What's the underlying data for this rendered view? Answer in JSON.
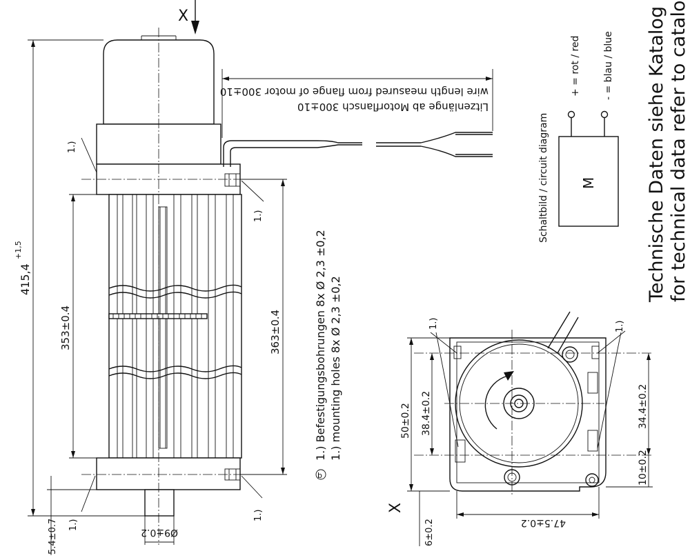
{
  "section_marker": "X",
  "overall_length": "415,4",
  "overall_length_tol": "+1,5",
  "body_length": "353±0.4",
  "hole_spacing": "363±0.4",
  "flange_offset": "5.4±0.7",
  "front_offset": "6±0.2",
  "shaft_diameter": "Ø9±0.2",
  "wire_note_de": "Litzenlänge ab Motorflansch 300±10",
  "wire_note_en": "wire length measured from flange of motor 300±10",
  "ref_mark": "1.)",
  "hole_note_symbol": "b",
  "hole_note_de": "1.) Befestigungsbohrungen 8x Ø 2,3 ±0,2",
  "hole_note_en": "1.) mounting holes 8x Ø 2,3 ±0,2",
  "dim_50": "50±0.2",
  "dim_38_4": "38.4±0.2",
  "dim_34_4": "34.4±0.2",
  "dim_10": "10±0.2",
  "dim_47_5": "47.5±0.2",
  "circuit_title": "Schaltbild / circuit diagram",
  "motor_symbol": "M",
  "wire_plus": "+ = rot / red",
  "wire_minus": "- = blau / blue",
  "tech_de": "Technische Daten siehe Katalog",
  "tech_en": "for technical data refer to catalogue"
}
